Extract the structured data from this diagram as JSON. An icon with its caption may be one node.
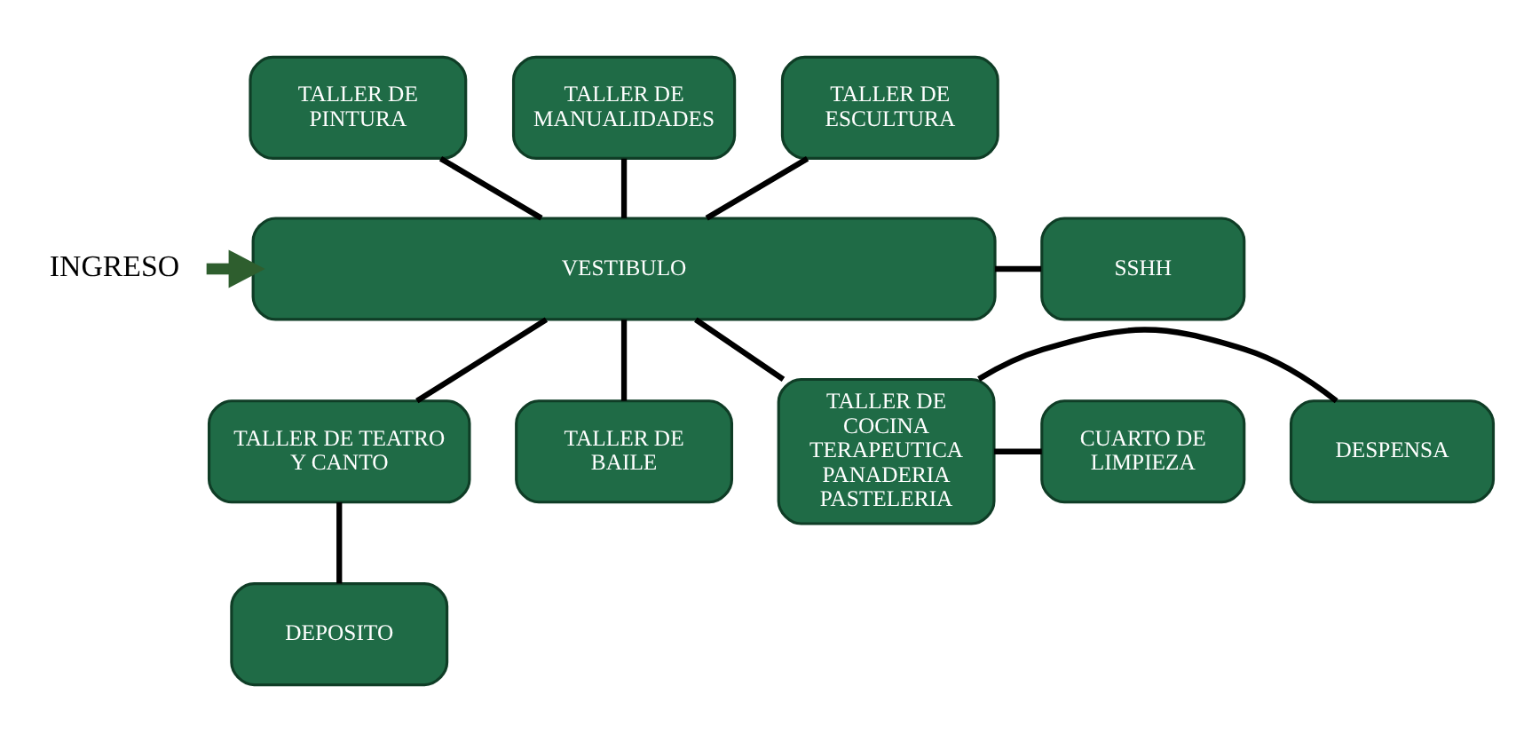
{
  "diagram": {
    "nodes": [
      {
        "text": [
          "TALLER DE PINTURA"
        ]
      },
      {
        "text": [
          "TALLER DE MANUALIDADES"
        ]
      },
      {
        "text": [
          "TALLER DE ESCULTURA"
        ]
      },
      {
        "text": [
          "INGRESO"
        ]
      },
      {
        "text": [
          "VESTIBULO"
        ]
      },
      {
        "text": [
          "SSHH"
        ]
      },
      {
        "text": [
          "TALLER DE TEATRO Y CANTO"
        ]
      },
      {
        "text": [
          "TALLER DE BAILE"
        ]
      },
      {
        "text": [
          "TALLER DE COCINA TERAPEUTICA PANADERIA PASTELERIA"
        ]
      },
      {
        "text": [
          "DESPENSA"
        ]
      },
      {
        "text": [
          "DEPOSITO"
        ]
      },
      {
        "text": [
          "CUARTO DE LIMPIEZA"
        ]
      }
    ],
    "edges": [
      {
        "from": 0,
        "to": 4,
        "arrow": "none"
      },
      {
        "from": 1,
        "to": 4,
        "arrow": "none"
      },
      {
        "from": 2,
        "to": 4,
        "arrow": "none"
      },
      {
        "from": 3,
        "to": 4,
        "arrow": "to",
        "style": "thick",
        "color": "#2e5e2e"
      },
      {
        "from": 4,
        "to": 5,
        "arrow": "none"
      },
      {
        "from": 4,
        "to": 6,
        "arrow": "none"
      },
      {
        "from": 4,
        "to": 7,
        "arrow": "none"
      },
      {
        "from": 4,
        "to": 8,
        "arrow": "none"
      },
      {
        "from": 6,
        "to": 10,
        "arrow": "none"
      },
      {
        "from": 8,
        "to": 9,
        "arrow": "none"
      },
      {
        "from": 8,
        "to": 11,
        "arrow": "none"
      }
    ]
  }
}
